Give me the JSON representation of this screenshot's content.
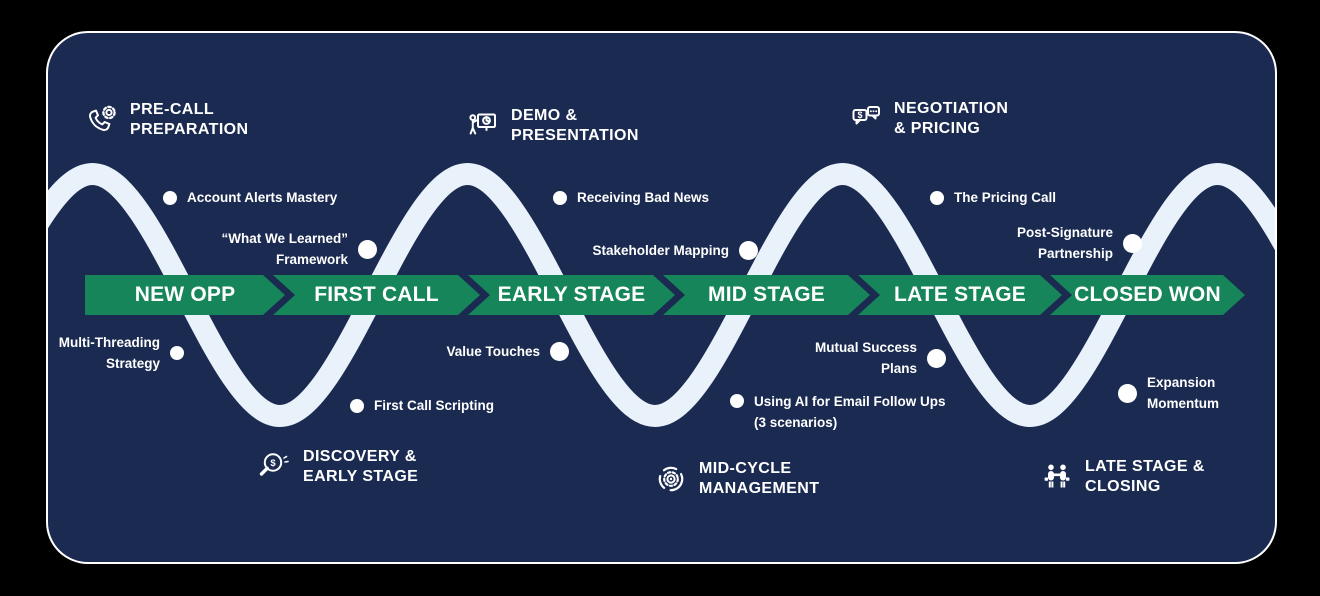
{
  "colors": {
    "background": "#000000",
    "card": "#1b2a50",
    "card_border": "#ffffff",
    "arrow_green": "#17855a",
    "wave": "#e9f1fb",
    "text": "#ffffff"
  },
  "stages": [
    "NEW OPP",
    "FIRST CALL",
    "EARLY STAGE",
    "MID STAGE",
    "LATE STAGE",
    "CLOSED WON"
  ],
  "sections": [
    {
      "icon": "phone-gear-icon",
      "position": "top",
      "lines": [
        "PRE-CALL",
        "PREPARATION"
      ]
    },
    {
      "icon": "demo-presentation-icon",
      "position": "top",
      "lines": [
        "DEMO &",
        "PRESENTATION"
      ]
    },
    {
      "icon": "price-negotiation-icon",
      "position": "top",
      "lines": [
        "NEGOTIATION",
        "& PRICING"
      ]
    },
    {
      "icon": "discovery-magnifier-icon",
      "position": "bottom",
      "lines": [
        "DISCOVERY &",
        "EARLY STAGE"
      ]
    },
    {
      "icon": "cycle-gear-icon",
      "position": "bottom",
      "lines": [
        "MID-CYCLE",
        "MANAGEMENT"
      ]
    },
    {
      "icon": "handshake-people-icon",
      "position": "bottom",
      "lines": [
        "LATE STAGE &",
        "CLOSING"
      ]
    }
  ],
  "touchpoints": [
    {
      "lines": [
        "Account Alerts Mastery"
      ]
    },
    {
      "lines": [
        "“What We Learned”",
        "Framework"
      ]
    },
    {
      "lines": [
        "Multi-Threading",
        "Strategy"
      ]
    },
    {
      "lines": [
        "First Call Scripting"
      ]
    },
    {
      "lines": [
        "Receiving Bad News"
      ]
    },
    {
      "lines": [
        "Stakeholder Mapping"
      ]
    },
    {
      "lines": [
        "Value Touches"
      ]
    },
    {
      "lines": [
        "Using AI for Email Follow Ups",
        "(3 scenarios)"
      ]
    },
    {
      "lines": [
        "The Pricing Call"
      ]
    },
    {
      "lines": [
        "Post-Signature",
        "Partnership"
      ]
    },
    {
      "lines": [
        "Mutual Success",
        "Plans"
      ]
    },
    {
      "lines": [
        "Expansion",
        "Momentum"
      ]
    }
  ]
}
